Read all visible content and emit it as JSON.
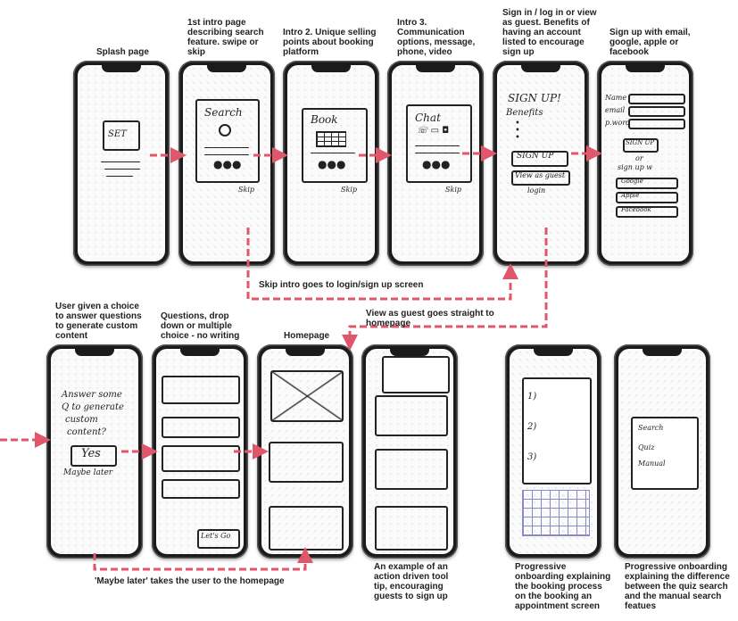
{
  "labels": {
    "splash": "Splash page",
    "intro1": "1st intro page describing search feature. swipe or skip",
    "intro2": "Intro 2. Unique selling points about booking platform",
    "intro3": "Intro 3. Communication options, message, phone, video",
    "signin": "Sign in / log in or view as guest. Benefits of having an account listed to encourage sign up",
    "signup": "Sign up with email, google, apple or facebook",
    "skip_intro": "Skip intro goes to login/sign up screen",
    "user_choice": "User given a choice to answer questions to generate custom content",
    "questions": "Questions, drop down or multiple choice - no writing",
    "homepage": "Homepage",
    "guest": "View as guest goes straight to homepage",
    "maybe_later": "'Maybe later' takes the user to the homepage",
    "tooltip": "An example of an action driven tool tip, encouraging guests to sign up",
    "prog_booking": "Progressive onboarding explaining the booking process on the booking an appointment screen",
    "prog_search": "Progressive onboarding explaining the difference between the quiz search and the manual search featues"
  },
  "sketch": {
    "set": "SET",
    "search": "Search",
    "book": "Book",
    "chat": "Chat",
    "skip": "Skip",
    "sign_up_title": "SIGN UP!",
    "benefits": "Benefits",
    "sign_up_btn": "SIGN UP",
    "view_as_guest": "View as guest",
    "login": "login",
    "name": "Name",
    "email": "email",
    "pword": "p.word",
    "or": "or",
    "sign_up_with": "sign up w",
    "google": "Google",
    "apple": "Apple",
    "facebook": "Facebook",
    "answer": "Answer some",
    "q_to_gen": "Q to generate",
    "custom": "custom",
    "content": "content?",
    "yes": "Yes",
    "maybe_later": "Maybe later",
    "lets_go": "Let's Go",
    "n1": "1)",
    "n2": "2)",
    "n3": "3)",
    "search2": "Search",
    "quiz": "Quiz",
    "manual": "Manual"
  },
  "colors": {
    "arrow": "#e0566a",
    "phone": "#1b1b1b"
  }
}
